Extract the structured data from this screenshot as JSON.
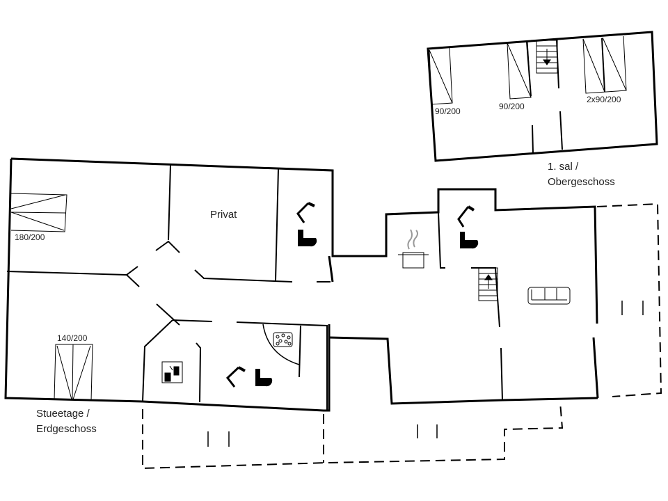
{
  "upper_floor": {
    "title_line1": "1. sal /",
    "title_line2": "Obergeschoss",
    "beds": [
      {
        "label": "90/200"
      },
      {
        "label": "90/200"
      },
      {
        "label": "2x90/200"
      }
    ]
  },
  "ground_floor": {
    "title_line1": "Stueetage /",
    "title_line2": "Erdgeschoss",
    "rooms": [
      {
        "label": "Privat"
      }
    ],
    "beds": [
      {
        "label": "180/200"
      },
      {
        "label": "140/200"
      }
    ]
  },
  "icons": [
    "shower-icon",
    "toilet-icon",
    "cooking-pot-icon",
    "sofa-icon",
    "stairs-up-icon",
    "stairs-down-icon",
    "whirlpool-icon",
    "sauna-icon"
  ],
  "colors": {
    "wall": "#000000",
    "background": "#ffffff",
    "steam": "#999999"
  }
}
